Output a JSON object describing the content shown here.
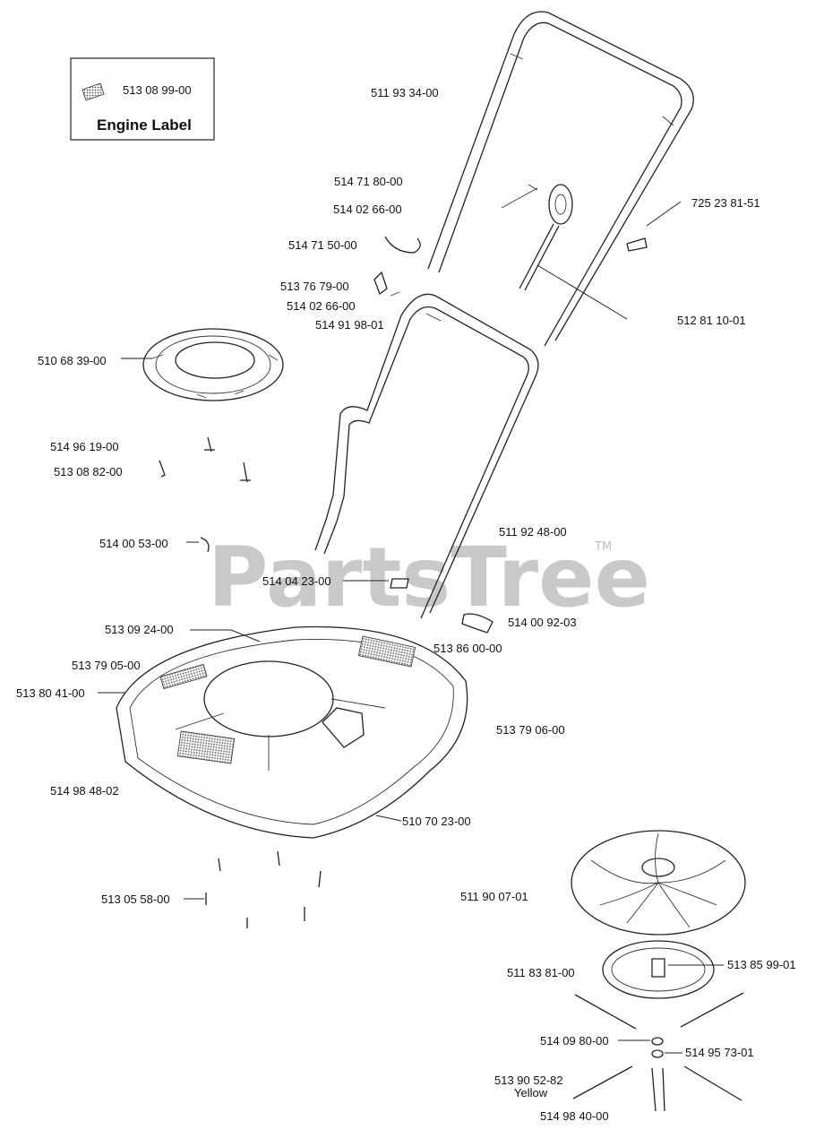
{
  "legend_box": {
    "part_number": "513 08 99-00",
    "title": "Engine Label"
  },
  "watermark": {
    "text": "PartsTree",
    "tm": "TM"
  },
  "callouts": [
    "511 93 34-00",
    "514 71 80-00",
    "514 02 66-00",
    "725 23 81-51",
    "514 71 50-00",
    "513 76 79-00",
    "514 02 66-00",
    "514 91 98-01",
    "512 81 10-01",
    "510 68 39-00",
    "514 96 19-00",
    "513 08 82-00",
    "514 00 53-00",
    "511 92 48-00",
    "514 04 23-00",
    "514 00 92-03",
    "513 09 24-00",
    "513 86 00-00",
    "513 79 05-00",
    "513 80 41-00",
    "513 79 06-00",
    "514 98 48-02",
    "510 70 23-00",
    "513 05 58-00",
    "511 90 07-01",
    "511 83 81-00",
    "513 85 99-01",
    "514 09 80-00",
    "514 95 73-01",
    "513 90 52-82",
    "Yellow",
    "514 98 40-00"
  ]
}
